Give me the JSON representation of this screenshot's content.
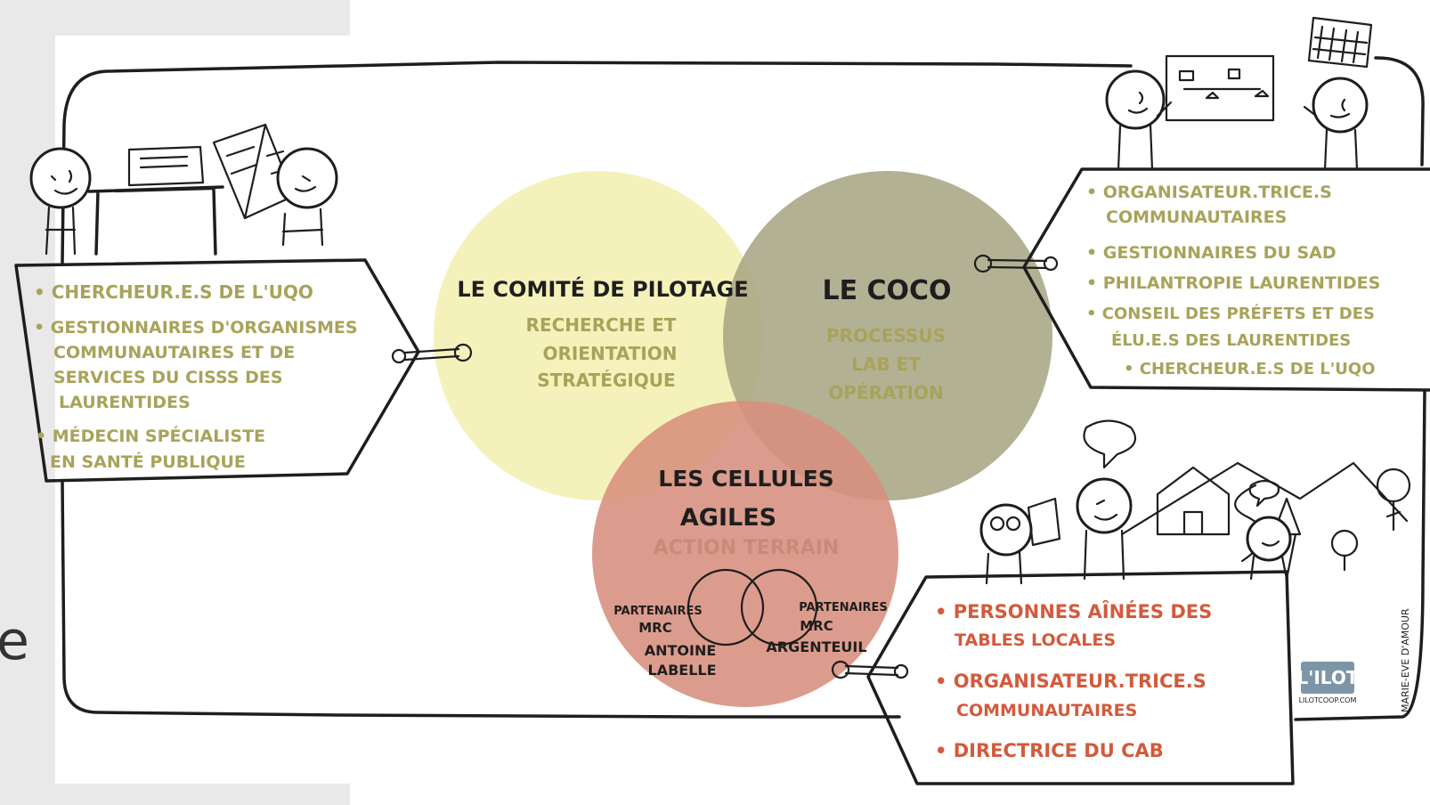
{
  "colors": {
    "yellow_circle": "#f4f0b4",
    "olive_circle": "#a9a684",
    "red_circle": "#d78e7d",
    "olive_text": "#a8a35a",
    "red_text": "#d35a3c",
    "ink": "#1e1e1e",
    "side_bg": "#e9e9e9"
  },
  "edge_letter": "e",
  "circles": {
    "comite": {
      "title": "LE COMITÉ DE PILOTAGE",
      "lines": [
        "RECHERCHE ET",
        "ORIENTATION",
        "STRATÉGIQUE"
      ]
    },
    "coco": {
      "title": "LE COCO",
      "lines": [
        "PROCESSUS",
        "LAB ET",
        "OPÉRATION"
      ]
    },
    "cellules": {
      "title_lines": [
        "LES CELLULES",
        "AGILES"
      ],
      "subtitle": "ACTION TERRAIN",
      "left_lines": [
        "PARTENAIRES",
        "MRC",
        "ANTOINE",
        "LABELLE"
      ],
      "right_lines": [
        "PARTENAIRES",
        "MRC",
        "ARGENTEUIL"
      ]
    }
  },
  "tags": {
    "left": [
      "• CHERCHEUR.E.S DE L'UQO",
      "• GESTIONNAIRES D'ORGANISMES",
      "COMMUNAUTAIRES ET DE",
      "SERVICES DU CISSS DES",
      "LAURENTIDES",
      "• MÉDECIN SPÉCIALISTE",
      "EN SANTÉ PUBLIQUE"
    ],
    "right": [
      "• ORGANISATEUR.TRICE.S",
      "COMMUNAUTAIRES",
      "• GESTIONNAIRES DU SAD",
      "• PHILANTROPIE LAURENTIDES",
      "• CONSEIL DES PRÉFETS ET DES",
      "ÉLU.E.S DES LAURENTIDES",
      "• CHERCHEUR.E.S DE L'UQO"
    ],
    "bottom": [
      "• PERSONNES AÎNÉES DES",
      "TABLES LOCALES",
      "• ORGANISATEUR.TRICE.S",
      "COMMUNAUTAIRES",
      "• DIRECTRICE DU CAB"
    ]
  },
  "branding": {
    "logo": "L'ILOT",
    "logo_small": "LILOTCOOP.COM",
    "signature": "MARIE-EVE D'AMOUR"
  }
}
